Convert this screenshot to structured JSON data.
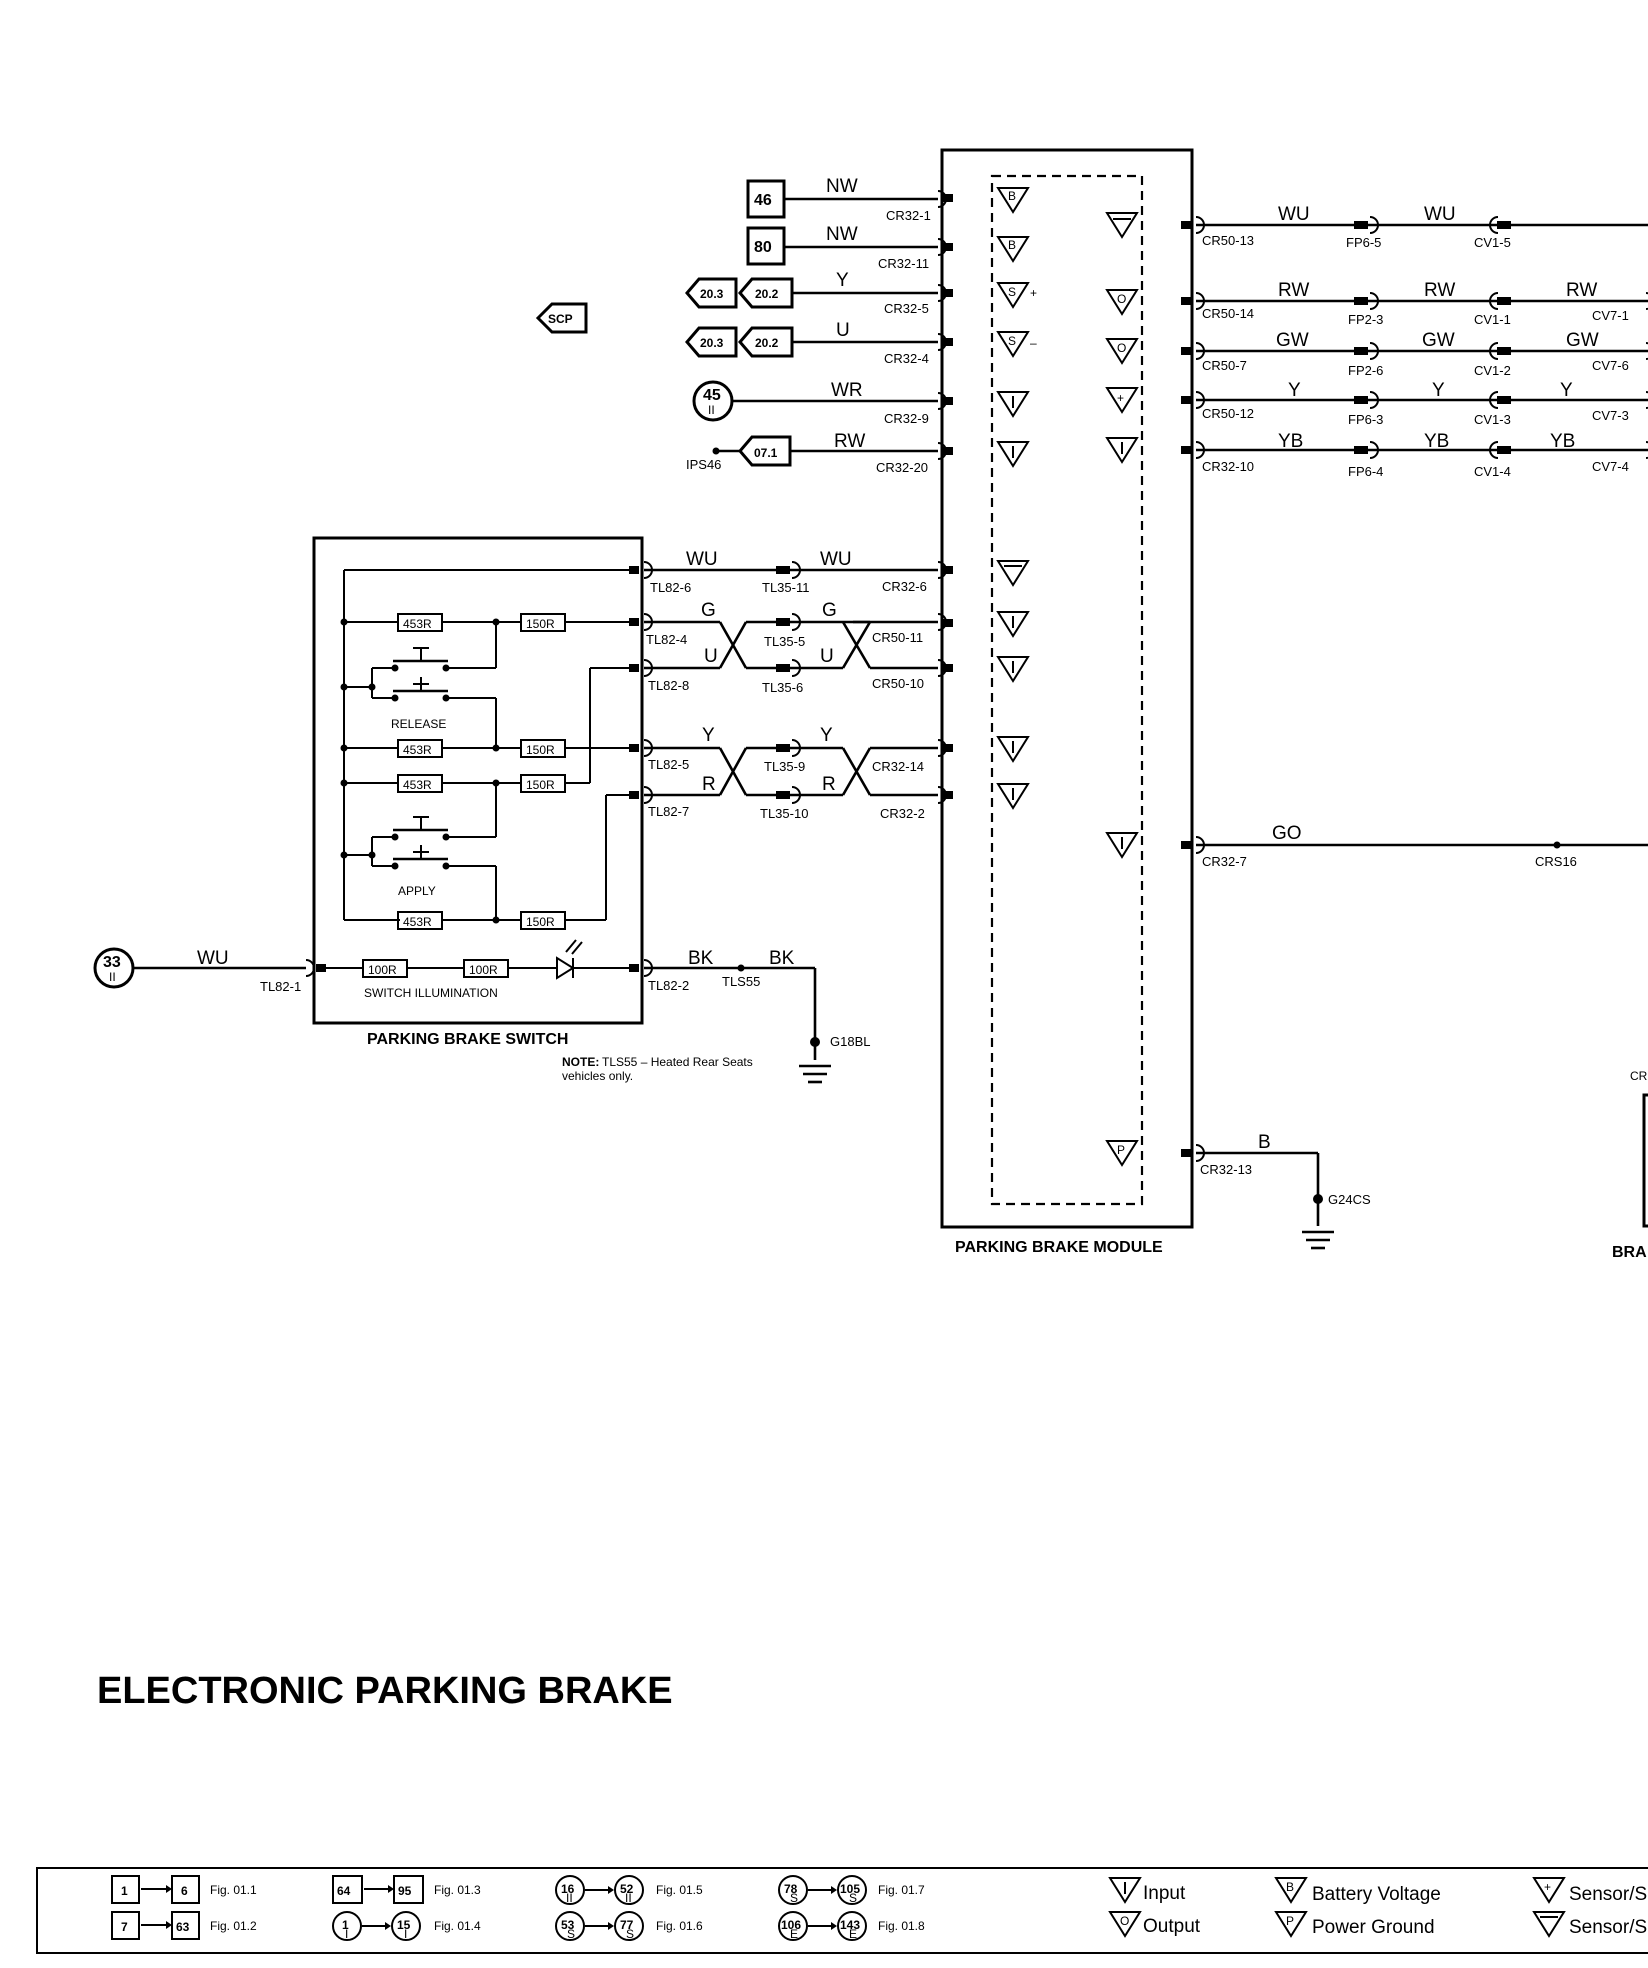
{
  "title": "ELECTRONIC PARKING BRAKE",
  "components": {
    "module": "PARKING BRAKE MODULE",
    "switch": "PARKING BRAKE SWITCH",
    "release": "RELEASE",
    "apply": "APPLY",
    "illumination": "SWITCH ILLUMINATION",
    "actuator_partial": "BRA",
    "actuator_pin_partial": "CR"
  },
  "note": {
    "lead": "NOTE:",
    "line1": "TLS55 – Heated Rear Seats",
    "line2": "vehicles only."
  },
  "bus": "SCP",
  "module_inputs": [
    {
      "ref": "46",
      "wire": "NW",
      "pin": "CR32-1",
      "symbol": "B+"
    },
    {
      "ref": "80",
      "wire": "NW",
      "pin": "CR32-11",
      "symbol": "B+"
    },
    {
      "ref_a": "20.3",
      "ref_b": "20.2",
      "wire": "Y",
      "pin": "CR32-5",
      "symbol": "S+"
    },
    {
      "ref_a": "20.3",
      "ref_b": "20.2",
      "wire": "U",
      "pin": "CR32-4",
      "symbol": "S-"
    },
    {
      "ref": "45",
      "ref_sub": "II",
      "wire": "WR",
      "pin": "CR32-9",
      "symbol": "I"
    },
    {
      "ref": "07.1",
      "splice": "IPS46",
      "wire": "RW",
      "pin": "CR32-20",
      "symbol": "I"
    }
  ],
  "module_outputs": [
    {
      "pin": "CR50-13",
      "wire1": "WU",
      "conn1": "FP6-5",
      "wire2": "WU",
      "conn2": "CV1-5",
      "wire3": "",
      "conn3": ""
    },
    {
      "pin": "CR50-14",
      "wire1": "RW",
      "conn1": "FP2-3",
      "wire2": "RW",
      "conn2": "CV1-1",
      "wire3": "RW",
      "conn3": "CV7-1"
    },
    {
      "pin": "CR50-7",
      "wire1": "GW",
      "conn1": "FP2-6",
      "wire2": "GW",
      "conn2": "CV1-2",
      "wire3": "GW",
      "conn3": "CV7-6"
    },
    {
      "pin": "CR50-12",
      "wire1": "Y",
      "conn1": "FP6-3",
      "wire2": "Y",
      "conn2": "CV1-3",
      "wire3": "Y",
      "conn3": "CV7-3"
    },
    {
      "pin": "CR32-10",
      "wire1": "YB",
      "conn1": "FP6-4",
      "wire2": "YB",
      "conn2": "CV1-4",
      "wire3": "YB",
      "conn3": "CV7-4"
    }
  ],
  "go_line": {
    "pin": "CR32-7",
    "wire": "GO",
    "splice": "CRS16"
  },
  "ground_module": {
    "pin": "CR32-13",
    "wire": "B",
    "ground": "G24CS"
  },
  "switch_links": [
    {
      "sw_pin": "TL82-6",
      "wire1": "WU",
      "inline": "TL35-11",
      "wire2": "WU",
      "mod_pin": "CR32-6"
    },
    {
      "sw_pin": "TL82-4",
      "wire1": "G",
      "inline": "TL35-5",
      "wire2": "G",
      "mod_pin": "CR50-11"
    },
    {
      "sw_pin": "TL82-8",
      "wire1": "U",
      "inline": "TL35-6",
      "wire2": "U",
      "mod_pin": "CR50-10"
    },
    {
      "sw_pin": "TL82-5",
      "wire1": "Y",
      "inline": "TL35-9",
      "wire2": "Y",
      "mod_pin": "CR32-14"
    },
    {
      "sw_pin": "TL82-7",
      "wire1": "R",
      "inline": "TL35-10",
      "wire2": "R",
      "mod_pin": "CR32-2"
    }
  ],
  "resistors": {
    "r453": "453R",
    "r150": "150R",
    "r100": "100R"
  },
  "illum_feed": {
    "ref": "33",
    "ref_sub": "II",
    "wire": "WU",
    "pin": "TL82-1"
  },
  "illum_ground": {
    "pin": "TL82-2",
    "wire1": "BK",
    "splice": "TLS55",
    "wire2": "BK",
    "ground": "G18BL"
  },
  "legend": {
    "refs": [
      {
        "a": "1",
        "b": "6",
        "fig": "Fig. 01.1"
      },
      {
        "a": "7",
        "b": "63",
        "fig": "Fig. 01.2"
      },
      {
        "a": "64",
        "b": "95",
        "fig": "Fig. 01.3"
      },
      {
        "a": "1",
        "b": "15",
        "fig": "Fig. 01.4",
        "sub": "I"
      },
      {
        "a": "16",
        "b": "52",
        "fig": "Fig. 01.5",
        "sub": "II"
      },
      {
        "a": "53",
        "b": "77",
        "fig": "Fig. 01.6",
        "sub": "S"
      },
      {
        "a": "78",
        "b": "105",
        "fig": "Fig. 01.7",
        "sub": "S"
      },
      {
        "a": "106",
        "b": "143",
        "fig": "Fig. 01.8",
        "sub": "E"
      }
    ],
    "symbols": {
      "input": "Input",
      "output": "Output",
      "battery": "Battery Voltage",
      "power_ground": "Power Ground",
      "sensor_plus": "Sensor/S",
      "sensor_minus": "Sensor/S"
    }
  }
}
